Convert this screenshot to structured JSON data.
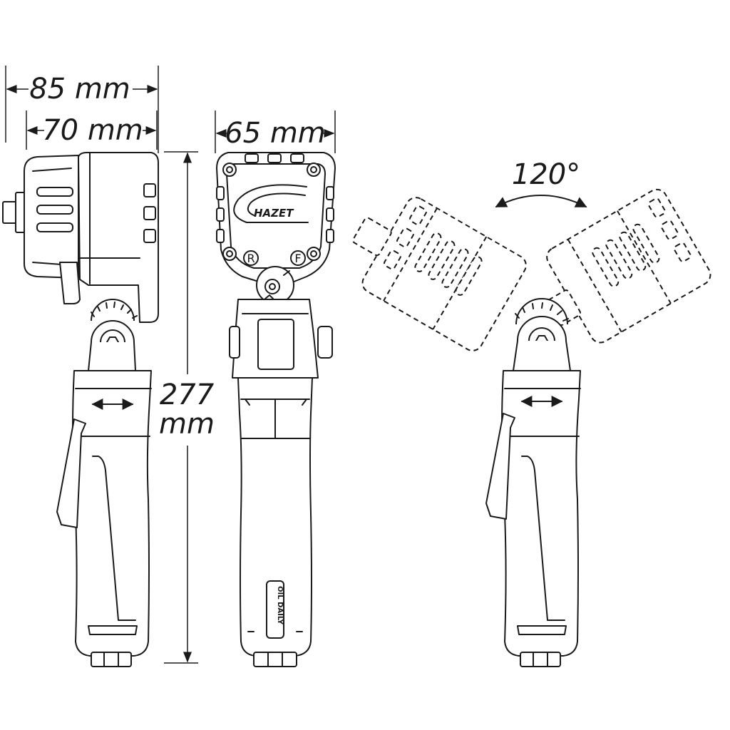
{
  "dimensions": {
    "width_overall": "85 mm",
    "width_body": "70 mm",
    "width_front": "65 mm",
    "height_value": "277",
    "height_unit": "mm",
    "rotation_angle": "120°"
  },
  "labels": {
    "brand": "HAZET",
    "reverse_mark": "R",
    "forward_mark": "F",
    "oil_note": "OIL DAILY"
  }
}
